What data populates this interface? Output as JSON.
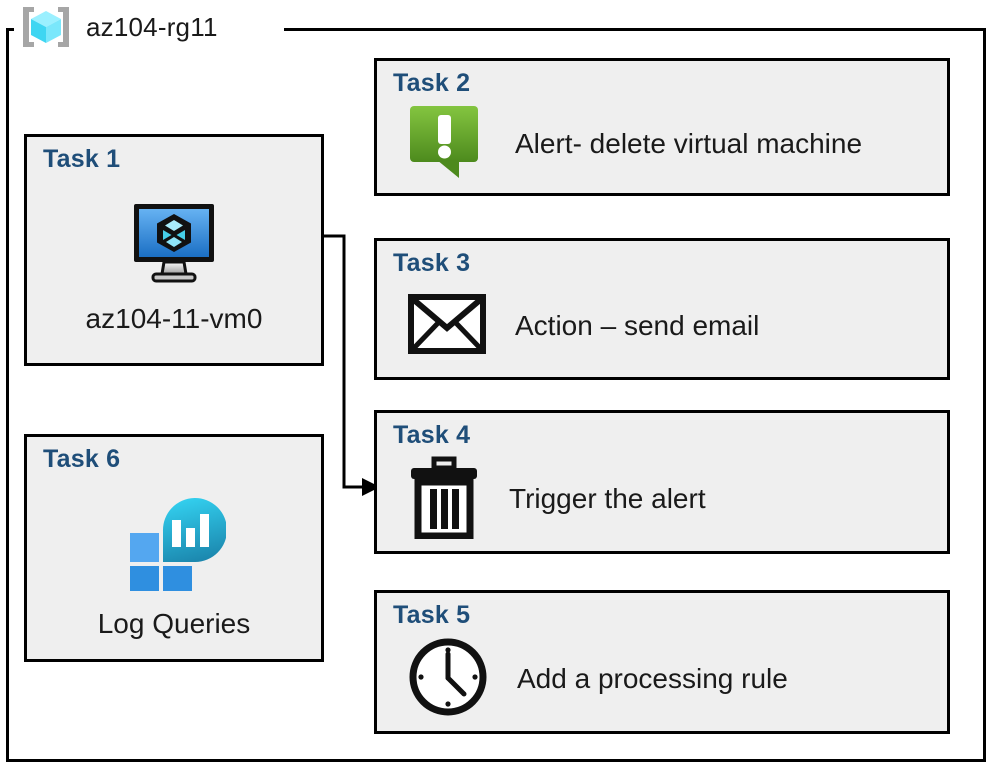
{
  "frame": {
    "title": "az104-rg11",
    "icon": "resource-group-cube-icon",
    "border_color": "#000000"
  },
  "palette": {
    "card_bg": "#efefef",
    "card_border": "#000000",
    "task_heading": "#1f4e79",
    "body_text": "#1a1a1a",
    "alert_green_light": "#7ec142",
    "alert_green_dark": "#4f8b1f",
    "vm_blue_light": "#5ca9ee",
    "vm_blue_dark": "#1f72c8",
    "cube_cyan": "#6ee4f5",
    "log_tile_blue": "#2f8fe0",
    "log_tile_blue_light": "#4aa3ef",
    "log_blob_cyan": "#2fc7e8",
    "log_blob_teal": "#1a8fb5"
  },
  "tasks": [
    {
      "id": "task-1",
      "title": "Task 1",
      "label": "az104-11-vm0",
      "icon": "virtual-machine-icon",
      "layout": "vertical"
    },
    {
      "id": "task-2",
      "title": "Task 2",
      "label": "Alert- delete virtual machine",
      "icon": "alert-exclamation-icon",
      "layout": "horizontal"
    },
    {
      "id": "task-3",
      "title": "Task 3",
      "label": "Action – send email",
      "icon": "email-envelope-icon",
      "layout": "horizontal"
    },
    {
      "id": "task-4",
      "title": "Task 4",
      "label": "Trigger the alert",
      "icon": "trash-delete-icon",
      "layout": "horizontal"
    },
    {
      "id": "task-5",
      "title": "Task 5",
      "label": "Add a processing rule",
      "icon": "clock-icon",
      "layout": "horizontal"
    },
    {
      "id": "task-6",
      "title": "Task 6",
      "label": "Log Queries",
      "icon": "log-analytics-icon",
      "layout": "vertical"
    }
  ],
  "connector": {
    "name": "vm-to-trigger-connector",
    "from": "task-1",
    "to": "task-4",
    "arrow": "arrowhead-right"
  }
}
